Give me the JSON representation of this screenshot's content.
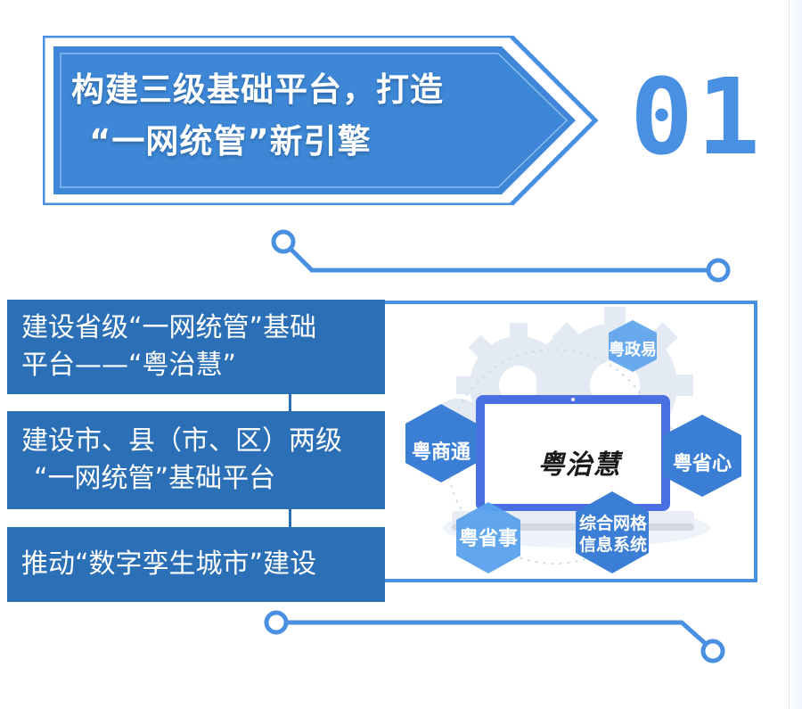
{
  "header": {
    "title_line1": "构建三级基础平台，打造",
    "title_line2": "“一网统管”新引擎",
    "number": "01"
  },
  "items": [
    {
      "line1": "建设省级“一网统管”基础",
      "line2": "平台——“粤治慧”"
    },
    {
      "line1": "建设市、县（市、区）两级",
      "line2": "“一网统管”基础平台"
    },
    {
      "line1": "推动“数字孪生城市”建设"
    }
  ],
  "diagram": {
    "center": "粤治慧",
    "nodes": {
      "top": "粤政易",
      "left": "粤商通",
      "right": "粤省心",
      "bottom_left": "粤省事",
      "bottom_right_line1": "综合网格",
      "bottom_right_line2": "信息系统"
    }
  },
  "colors": {
    "primary_blue": "#4a90e2",
    "dark_blue": "#2b6fb6",
    "banner_blue": "#3d87d6",
    "hex_blue": "#3a7fd5",
    "hex_light": "#5aa2ec",
    "gear_gray": "#e3eaf3"
  }
}
